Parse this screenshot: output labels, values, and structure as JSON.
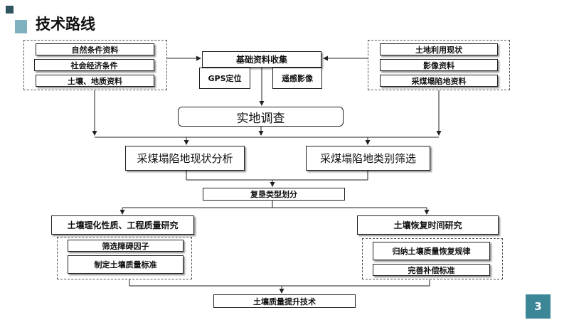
{
  "title": "技术路线",
  "page_number": "3",
  "colors": {
    "accent_dark": "#2f5561",
    "accent_light": "#7fb1be",
    "badge": "#3b8797"
  },
  "left_group": [
    "自然条件资料",
    "社会经济条件",
    "土壤、地质资料"
  ],
  "center": {
    "collection": "基础资料收集",
    "gps": "GPS定位",
    "remote": "遥感影像",
    "survey": "实地调查"
  },
  "right_group": [
    "土地利用现状",
    "影像资料",
    "采煤塌陷地资料"
  ],
  "analysis": {
    "status": "采煤塌陷地现状分析",
    "classify": "采煤塌陷地类别筛选"
  },
  "reclaim_division": "复垦类型划分",
  "research": {
    "left": "土壤理化性质、工程质量研究",
    "right": "土壤恢复时间研究"
  },
  "left_sub": [
    "筛选障碍因子",
    "制定土壤质量标准"
  ],
  "right_sub": [
    "归纳土壤质量恢复规律",
    "完善补偿标准"
  ],
  "final": "土壤质量提升技术"
}
